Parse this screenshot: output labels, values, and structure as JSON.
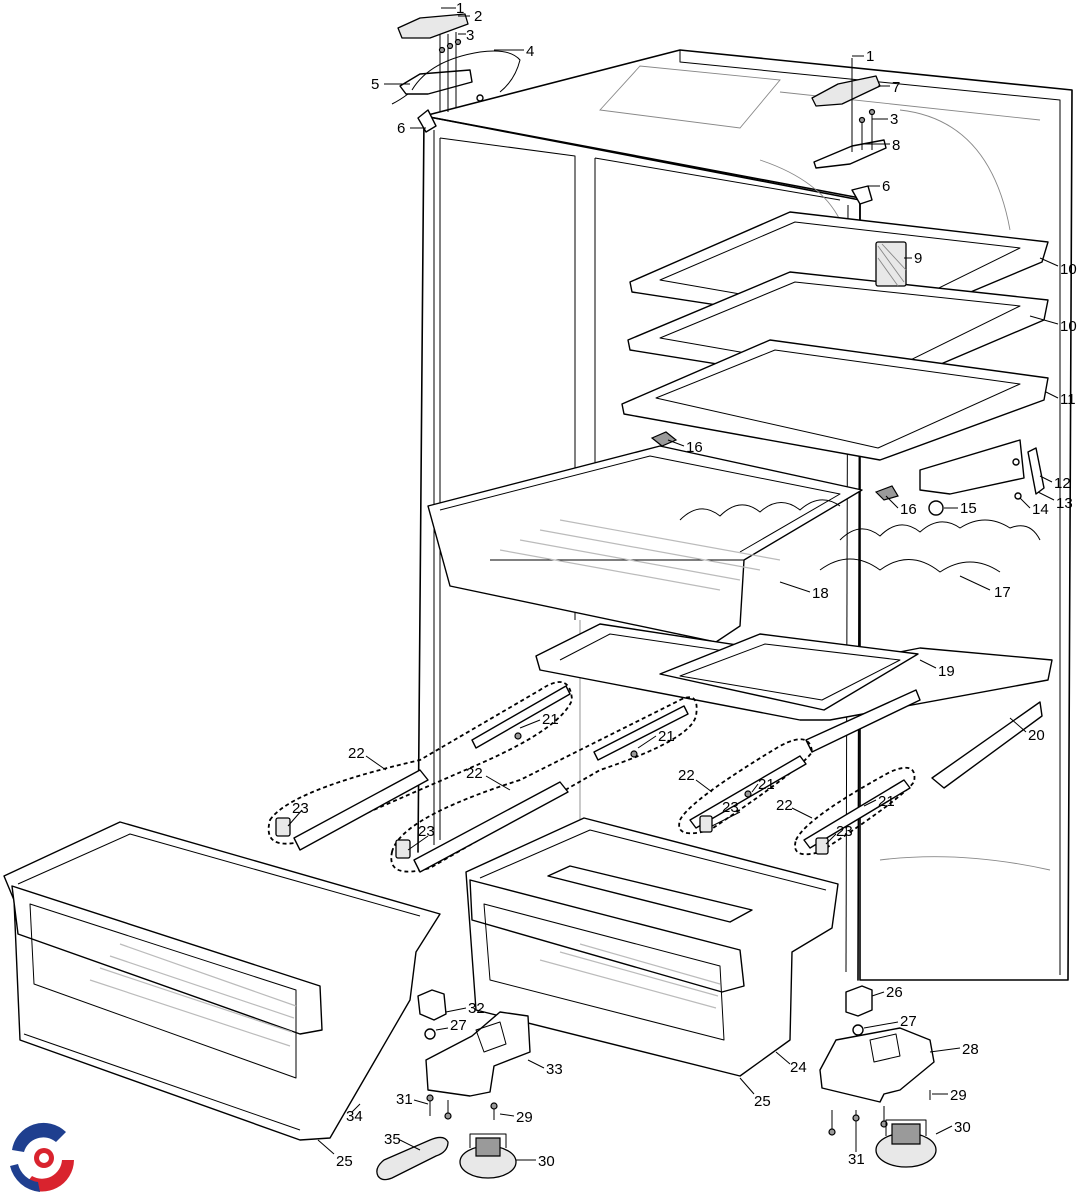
{
  "callouts": [
    {
      "id": "c1a",
      "text": "1"
    },
    {
      "id": "c2",
      "text": "2"
    },
    {
      "id": "c3a",
      "text": "3"
    },
    {
      "id": "c4",
      "text": "4"
    },
    {
      "id": "c5",
      "text": "5"
    },
    {
      "id": "c6a",
      "text": "6"
    },
    {
      "id": "c1b",
      "text": "1"
    },
    {
      "id": "c7",
      "text": "7"
    },
    {
      "id": "c3b",
      "text": "3"
    },
    {
      "id": "c8",
      "text": "8"
    },
    {
      "id": "c6b",
      "text": "6"
    },
    {
      "id": "c9",
      "text": "9"
    },
    {
      "id": "c10a",
      "text": "10"
    },
    {
      "id": "c10b",
      "text": "10"
    },
    {
      "id": "c11",
      "text": "11"
    },
    {
      "id": "c12",
      "text": "12"
    },
    {
      "id": "c13",
      "text": "13"
    },
    {
      "id": "c14",
      "text": "14"
    },
    {
      "id": "c15",
      "text": "15"
    },
    {
      "id": "c16a",
      "text": "16"
    },
    {
      "id": "c16b",
      "text": "16"
    },
    {
      "id": "c17",
      "text": "17"
    },
    {
      "id": "c18",
      "text": "18"
    },
    {
      "id": "c19",
      "text": "19"
    },
    {
      "id": "c20",
      "text": "20"
    },
    {
      "id": "c21a",
      "text": "21"
    },
    {
      "id": "c21b",
      "text": "21"
    },
    {
      "id": "c21c",
      "text": "21"
    },
    {
      "id": "c21d",
      "text": "21"
    },
    {
      "id": "c22a",
      "text": "22"
    },
    {
      "id": "c22b",
      "text": "22"
    },
    {
      "id": "c22c",
      "text": "22"
    },
    {
      "id": "c22d",
      "text": "22"
    },
    {
      "id": "c23a",
      "text": "23"
    },
    {
      "id": "c23b",
      "text": "23"
    },
    {
      "id": "c23c",
      "text": "23"
    },
    {
      "id": "c23d",
      "text": "23"
    },
    {
      "id": "c24",
      "text": "24"
    },
    {
      "id": "c25a",
      "text": "25"
    },
    {
      "id": "c25b",
      "text": "25"
    },
    {
      "id": "c26",
      "text": "26"
    },
    {
      "id": "c27a",
      "text": "27"
    },
    {
      "id": "c27b",
      "text": "27"
    },
    {
      "id": "c28",
      "text": "28"
    },
    {
      "id": "c29a",
      "text": "29"
    },
    {
      "id": "c29b",
      "text": "29"
    },
    {
      "id": "c30a",
      "text": "30"
    },
    {
      "id": "c30b",
      "text": "30"
    },
    {
      "id": "c31a",
      "text": "31"
    },
    {
      "id": "c31b",
      "text": "31"
    },
    {
      "id": "c32",
      "text": "32"
    },
    {
      "id": "c33",
      "text": "33"
    },
    {
      "id": "c34",
      "text": "34"
    },
    {
      "id": "c35",
      "text": "35"
    }
  ],
  "logo": {
    "name": "brand-logo",
    "colors": {
      "blue": "#1f3f8f",
      "red": "#d9232e"
    }
  }
}
